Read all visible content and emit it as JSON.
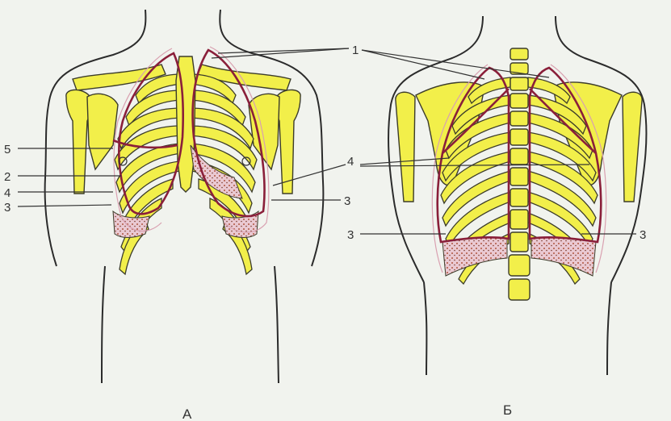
{
  "figures": [
    {
      "id": "A",
      "caption": "А"
    },
    {
      "id": "B",
      "caption": "Б"
    }
  ],
  "labels": {
    "one": "1",
    "two": "2",
    "three": "3",
    "four": "4",
    "five": "5"
  }
}
